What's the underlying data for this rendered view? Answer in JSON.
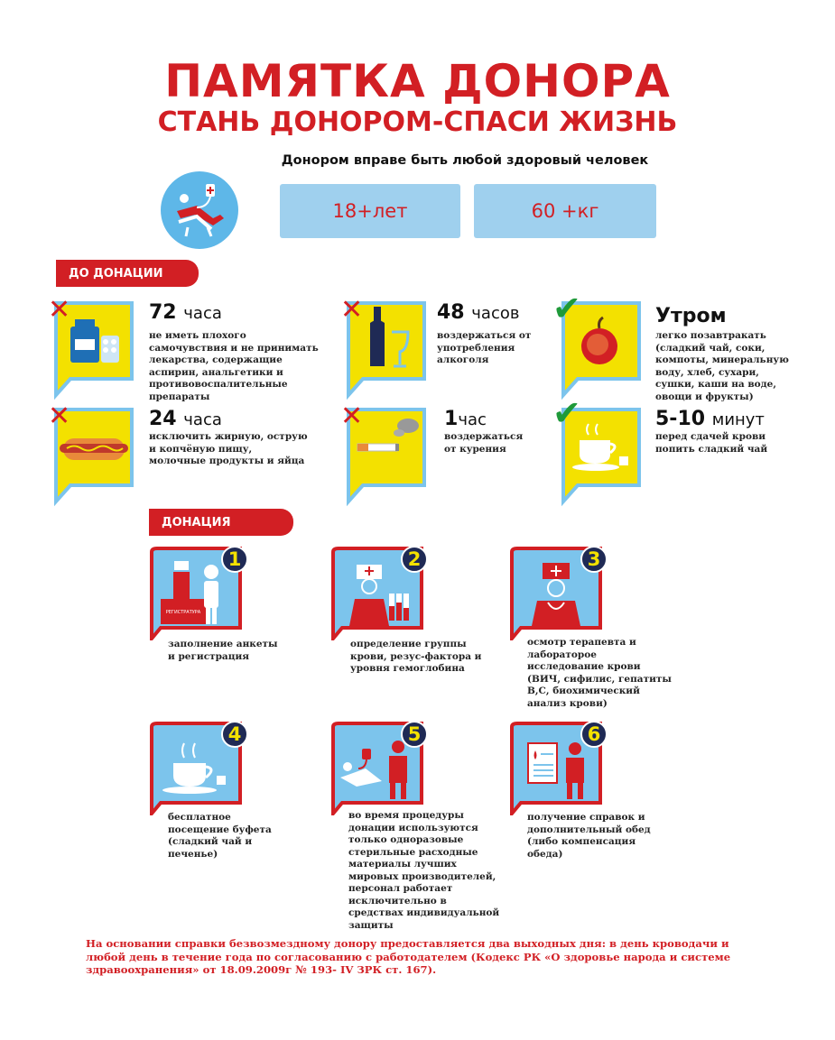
{
  "header": {
    "title": "ПАМЯТКА  ДОНОРА",
    "subtitle": "СТАНЬ ДОНОРОМ-СПАСИ ЖИЗНЬ",
    "eligibility": "Донором вправе быть любой здоровый человек",
    "age": "18+лет",
    "weight": "60 +кг"
  },
  "before": {
    "label": "ДО ДОНАЦИИ",
    "items": [
      {
        "value": "72",
        "unit": "часа",
        "text": "не иметь плохого самочувствия и не принимать лекарства, содержащие аспирин, анальгетики и противовоспалительные препараты",
        "status": "forbidden",
        "icon": "pills-icon"
      },
      {
        "value": "48",
        "unit": "часов",
        "text": "воздержаться от употребления алкоголя",
        "status": "forbidden",
        "icon": "wine-icon"
      },
      {
        "value": "Утром",
        "unit": "",
        "text": "легко позавтракать (сладкий чай, соки, компоты, минеральную воду, хлеб, сухари, сушки, каши на воде, овощи и фрукты)",
        "status": "allowed",
        "icon": "apple-icon"
      },
      {
        "value": "24",
        "unit": "часа",
        "text": "исключить жирную, острую и копчёную пищу, молочные продукты и яйца",
        "status": "forbidden",
        "icon": "hotdog-icon"
      },
      {
        "value": "1",
        "unit": "час",
        "text": "воздержаться от курения",
        "status": "forbidden",
        "icon": "cigarette-icon"
      },
      {
        "value": "5-10",
        "unit": "минут",
        "text": "перед сдачей крови попить сладкий чай",
        "status": "allowed",
        "icon": "tea-icon"
      }
    ]
  },
  "donation": {
    "label": "ДОНАЦИЯ",
    "reg_sign": "РЕГИСТРАТУРА",
    "steps": [
      {
        "num": "1",
        "text": "заполнение анкеты и регистрация",
        "icon": "registration-icon"
      },
      {
        "num": "2",
        "text": "определение группы крови, резус-фактора и уровня гемоглобина",
        "icon": "lab-test-icon"
      },
      {
        "num": "3",
        "text": "осмотр терапевта и лабораторое исследование крови (ВИЧ, сифилис, гепатиты В,С, биохимический анализ крови)",
        "icon": "doctor-icon"
      },
      {
        "num": "4",
        "text": "бесплатное посещение буфета (сладкий чай и печенье)",
        "icon": "tea-cup-icon"
      },
      {
        "num": "5",
        "text": "во время процедуры донации используются только одноразовые стерильные расходные материалы лучших мировых производителей, персонал работает исключительно в средствах индивидуальной защиты",
        "icon": "donation-procedure-icon"
      },
      {
        "num": "6",
        "text": "получение справок и дополнительный обед (либо компенсация обеда)",
        "icon": "certificate-icon"
      }
    ]
  },
  "footer": {
    "text": "На основании справки безвозмездному донору предоставляется два выходных дня: в день кроводачи и любой день в течение года по согласованию с работодателем (Кодекс РК «О здоровье народа и системе здравоохранения» от 18.09.2009г № 193- IV ЗРК ст. 167)."
  },
  "colors": {
    "red": "#d21f24",
    "yellow": "#f3e100",
    "blue": "#7cc4ec",
    "green": "#1f9a3a",
    "navy": "#1f2a55"
  }
}
